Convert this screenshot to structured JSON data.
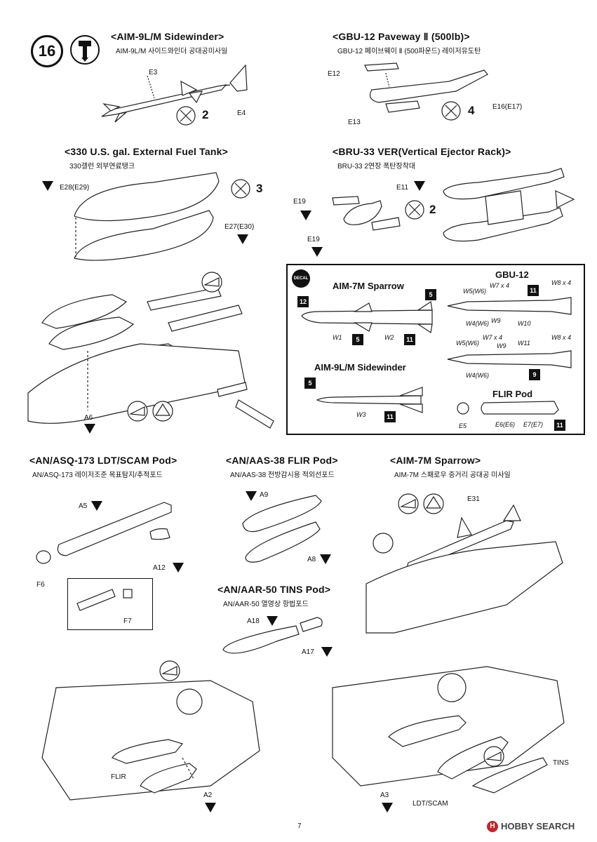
{
  "step": {
    "number": "16"
  },
  "sections": {
    "aim9": {
      "title": "<AIM-9L/M Sidewinder>",
      "subtitle": "AIM-9L/M 사이드와인더 공대공미사일",
      "parts": [
        "E3",
        "E4"
      ],
      "qty": "2"
    },
    "gbu12": {
      "title": "<GBU-12 Paveway Ⅱ (500lb)>",
      "subtitle": "GBU-12 페이브웨이 Ⅱ (500파운드) 레이저유도탄",
      "parts": [
        "E12",
        "E13",
        "E16(E17)"
      ],
      "qty": "4"
    },
    "tank": {
      "title": "<330 U.S. gal. External Fuel Tank>",
      "subtitle": "330갤런 외부연료탱크",
      "parts": [
        "E28(E29)",
        "E27(E30)"
      ],
      "qty": "3"
    },
    "bru33": {
      "title": "<BRU-33 VER(Vertical Ejector Rack)>",
      "subtitle": "BRU-33 2연장 폭탄장착대",
      "parts": [
        "E11",
        "E19",
        "E19"
      ],
      "qty": "2"
    },
    "decal_box": {
      "decal_label": "DECAL",
      "aim7_title": "AIM-7M Sparrow",
      "aim7_labels": [
        "12",
        "5",
        "5",
        "11",
        "W1",
        "W2"
      ],
      "gbu_title": "GBU-12",
      "gbu_labels": [
        "W5(W6)",
        "W7 x 4",
        "W8 x 4",
        "11",
        "W4(W6)",
        "W9",
        "W10",
        "W5(W6)",
        "W7 x 4",
        "W9",
        "W11",
        "W8 x 4",
        "W4(W6)",
        "9"
      ],
      "aim9_title": "AIM-9L/M Sidewinder",
      "aim9_labels": [
        "5",
        "W3",
        "11"
      ],
      "flir_title": "FLIR Pod",
      "flir_labels": [
        "E5",
        "E6(E6)",
        "E7(E7)",
        "11"
      ]
    },
    "assembly_top": {
      "labels": [
        "A6"
      ]
    },
    "ldt": {
      "title": "<AN/ASQ-173 LDT/SCAM Pod>",
      "subtitle": "AN/ASQ-173 레이저조준 목표탐지/추적포드",
      "parts": [
        "A5",
        "A12",
        "F6",
        "F7"
      ]
    },
    "flir": {
      "title": "<AN/AAS-38 FLIR Pod>",
      "subtitle": "AN/AAS-38 전방감시용 적외선포드",
      "parts": [
        "A9",
        "A8"
      ]
    },
    "aim7": {
      "title": "<AIM-7M Sparrow>",
      "subtitle": "AIM-7M 스패로우 중거리 공대공 미사일",
      "parts": [
        "E31"
      ]
    },
    "tins": {
      "title": "<AN/AAR-50 TINS Pod>",
      "subtitle": "AN/AAR-50 열영상 항법포드",
      "parts": [
        "A18",
        "A17"
      ]
    },
    "bottom_left": {
      "labels": [
        "FLIR",
        "A2"
      ]
    },
    "bottom_right": {
      "labels": [
        "TINS",
        "A3",
        "LDT/SCAM"
      ]
    }
  },
  "footer": {
    "page_number": "7",
    "watermark": "HOBBY SEARCH",
    "watermark_mark": "H"
  },
  "tag": "11"
}
